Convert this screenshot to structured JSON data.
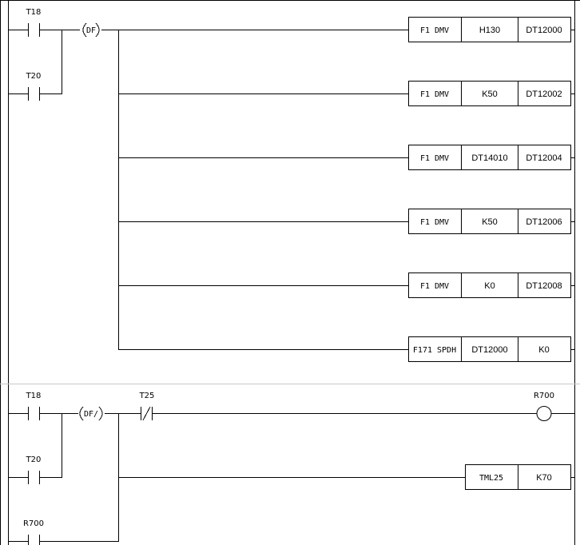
{
  "rung1": {
    "contacts": {
      "t18": "T18",
      "t20": "T20"
    },
    "pulse": "DF",
    "instructions": [
      {
        "cmd": "F1 DMV",
        "op1": "H130",
        "op2": "DT12000"
      },
      {
        "cmd": "F1 DMV",
        "op1": "K50",
        "op2": "DT12002"
      },
      {
        "cmd": "F1 DMV",
        "op1": "DT14010",
        "op2": "DT12004"
      },
      {
        "cmd": "F1 DMV",
        "op1": "K50",
        "op2": "DT12006"
      },
      {
        "cmd": "F1 DMV",
        "op1": "K0",
        "op2": "DT12008"
      },
      {
        "cmd": "F171 SPDH",
        "op1": "DT12000",
        "op2": "K0"
      }
    ]
  },
  "rung2": {
    "contacts": {
      "t18": "T18",
      "t20": "T20",
      "r700": "R700",
      "t25": "T25"
    },
    "pulse": "DF/",
    "coil": "R700",
    "timer": {
      "cmd": "TML25",
      "op": "K70"
    }
  }
}
